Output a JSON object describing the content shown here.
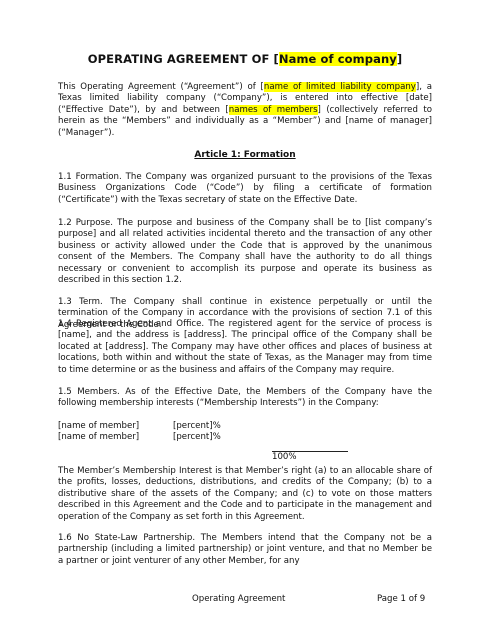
{
  "title": {
    "prefix": "OPERATING AGREEMENT OF [",
    "placeholder": "Name of company",
    "suffix": "]"
  },
  "intro": {
    "t1": "This Operating Agreement (“Agreement”) of [",
    "h1": "name of limited liability company",
    "t2": "], a Texas limited liability company (“Company”), is entered into effective [date] (“Effective Date”), by and between [",
    "h2": "names of members",
    "t3": "] (collectively referred to herein as the “Members” and individually as a “Member”) and [name of manager] (“Manager”)."
  },
  "article_heading": "Article 1: Formation",
  "sections": {
    "s1_1": "1.1     Formation.   The Company was organized pursuant to the provisions of the Texas Business Organizations Code (“Code”) by filing a certificate of formation (“Certificate”) with the Texas secretary of state on the Effective Date.",
    "s1_2": "1.2     Purpose.   The purpose and business of the Company shall be to [list company’s purpose] and all related activities incidental thereto and the transaction of any other business or activity allowed under the Code that is approved by the unanimous consent of the Members. The Company shall have the authority to do all things necessary or convenient to accomplish its purpose and operate its business as described in this section 1.2.",
    "s1_3": "1.3     Term.   The Company shall continue in existence perpetually or until the termination of the Company in accordance with the provisions of section 7.1 of this Agreement or the Code.",
    "s1_4": "1.4     Registered Agent and Office.   The registered agent for the service of process is [name], and the address is [address]. The principal office of the Company shall be located at [address]. The Company may have other offices and places of business at locations, both within and without the state of Texas, as the Manager may from time to time determine or as the business and affairs of the Company may require.",
    "s1_5": "1.5     Members.   As of the Effective Date, the Members of the Company have the following membership interests (“Membership Interests”) in the Company:",
    "member_rows": [
      {
        "name": "[name of member]",
        "percent": "[percent]%"
      },
      {
        "name": "[name of member]",
        "percent": "[percent]%"
      }
    ],
    "total": "100%",
    "membership_text": "The Member’s Membership Interest is that Member’s right (a) to an allocable share of the profits, losses, deductions, distributions, and credits of the Company; (b) to a distributive share of the assets of the Company; and (c) to vote on those matters described in this Agreement and the Code and to participate in the management and operation of the Company as set forth in this Agreement.",
    "s1_6": "1.6     No State-Law Partnership.   The Members intend that the Company not be a partnership (including a limited partnership) or joint venture, and that no Member be a partner or joint venturer of any other Member, for any"
  },
  "footer": {
    "center": "Operating Agreement",
    "page": "Page 1 of 9"
  }
}
